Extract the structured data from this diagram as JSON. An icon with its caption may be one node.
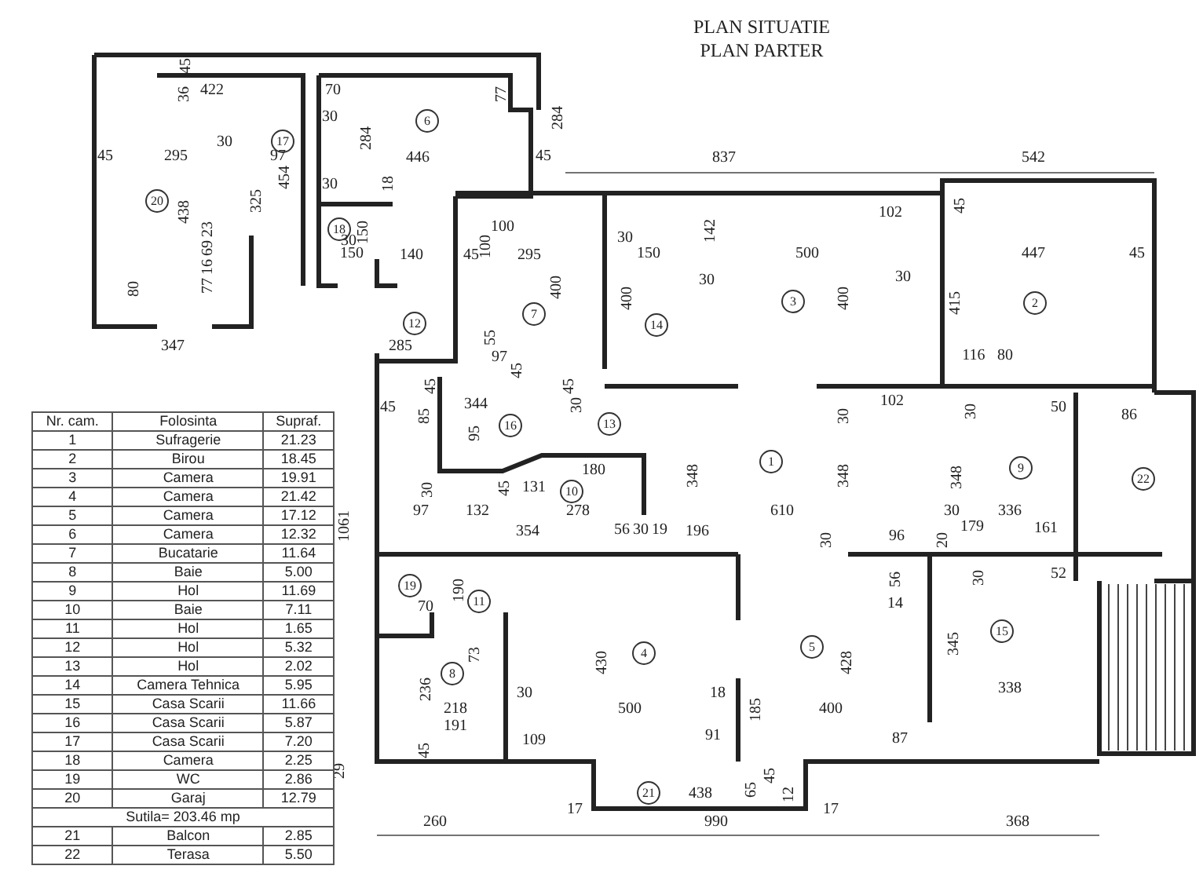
{
  "diagram": {
    "title": "PLAN SITUATIE PLAN PARTER",
    "nodes": [
      {
        "text": [
          "6"
        ]
      },
      {
        "text": [
          "17"
        ]
      },
      {
        "text": [
          "20"
        ]
      },
      {
        "text": [
          "18"
        ]
      },
      {
        "text": [
          "3"
        ]
      },
      {
        "text": [
          "2"
        ]
      },
      {
        "text": [
          "7"
        ]
      },
      {
        "text": [
          "12"
        ]
      },
      {
        "text": [
          "14"
        ]
      },
      {
        "text": [
          "16"
        ]
      },
      {
        "text": [
          "13"
        ]
      },
      {
        "text": [
          "1"
        ]
      },
      {
        "text": [
          "9"
        ]
      },
      {
        "text": [
          "22"
        ]
      },
      {
        "text": [
          "10"
        ]
      },
      {
        "text": [
          "19"
        ]
      },
      {
        "text": [
          "11"
        ]
      },
      {
        "text": [
          "15"
        ]
      },
      {
        "text": [
          "5"
        ]
      },
      {
        "text": [
          "4"
        ]
      },
      {
        "text": [
          "8"
        ]
      },
      {
        "text": [
          "21"
        ]
      }
    ],
    "edges": [],
    "labels": [
      "45",
      "36",
      "422",
      "70",
      "77",
      "284",
      "30",
      "30",
      "284",
      "45",
      "295",
      "97",
      "446",
      "45",
      "837",
      "542",
      "454",
      "30",
      "18",
      "45",
      "325",
      "438",
      "102",
      "100",
      "23",
      "150",
      "142",
      "30",
      "30",
      "69",
      "100",
      "150",
      "140",
      "45",
      "295",
      "150",
      "500",
      "447",
      "45",
      "16",
      "30",
      "30",
      "80",
      "77",
      "400",
      "400",
      "400",
      "415",
      "55",
      "347",
      "285",
      "97",
      "45",
      "116",
      "80",
      "45",
      "45",
      "102",
      "45",
      "344",
      "30",
      "50",
      "85",
      "30",
      "30",
      "86",
      "95",
      "180",
      "348",
      "348",
      "348",
      "30",
      "45",
      "131",
      "97",
      "132",
      "278",
      "610",
      "30",
      "336",
      "1061",
      "354",
      "56",
      "30",
      "19",
      "196",
      "30",
      "96",
      "20",
      "179",
      "161",
      "70",
      "190",
      "14",
      "56",
      "30",
      "52",
      "345",
      "73",
      "430",
      "428",
      "338",
      "236",
      "30",
      "18",
      "185",
      "218",
      "500",
      "400",
      "191",
      "91",
      "109",
      "87",
      "45",
      "29",
      "438",
      "65",
      "45",
      "17",
      "17",
      "12",
      "260",
      "990",
      "368",
      "Nr. cam.",
      "Folosinta",
      "Supraf.",
      "1",
      "Sufragerie",
      "21.23",
      "2",
      "Birou",
      "18.45",
      "3",
      "Camera",
      "19.91",
      "4",
      "Camera",
      "21.42",
      "5",
      "Camera",
      "17.12",
      "6",
      "Camera",
      "12.32",
      "7",
      "Bucatarie",
      "11.64",
      "8",
      "Baie",
      "5.00",
      "9",
      "Hol",
      "11.69",
      "10",
      "Baie",
      "7.11",
      "11",
      "Hol",
      "1.65",
      "12",
      "Hol",
      "5.32",
      "13",
      "Hol",
      "2.02",
      "14",
      "Camera Tehnica",
      "5.95",
      "15",
      "Casa Scarii",
      "11.66",
      "16",
      "Casa Scarii",
      "5.87",
      "17",
      "Casa Scarii",
      "7.20",
      "18",
      "Camera",
      "2.25",
      "19",
      "WC",
      "2.86",
      "20",
      "Garaj",
      "12.79",
      "Sutila= 203.46 mp",
      "21",
      "Balcon",
      "2.85",
      "22",
      "Terasa",
      "5.50"
    ]
  }
}
